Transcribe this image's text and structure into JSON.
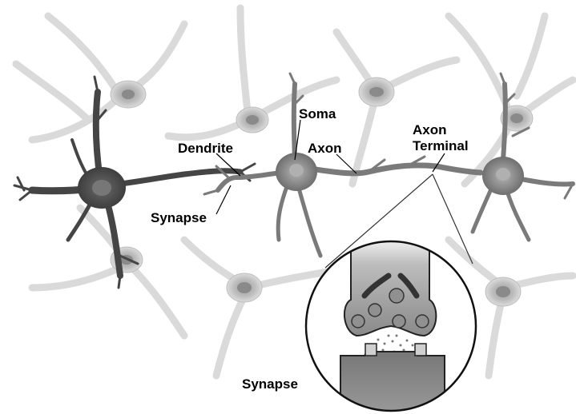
{
  "labels": {
    "soma": "Soma",
    "dendrite": "Dendrite",
    "axon": "Axon",
    "axon_terminal_line1": "Axon",
    "axon_terminal_line2": "Terminal",
    "synapse_top": "Synapse",
    "synapse_bottom": "Synapse"
  },
  "colors": {
    "background_glia": "#d8d8d8",
    "background_glia_body": "#a8a8a8",
    "neuron_dark": "#4a4a4a",
    "neuron_mid": "#777777",
    "neuron_light": "#8c8c8c",
    "inset_fill": "#8a8a8a",
    "vesicle": "#8f8f8f"
  }
}
